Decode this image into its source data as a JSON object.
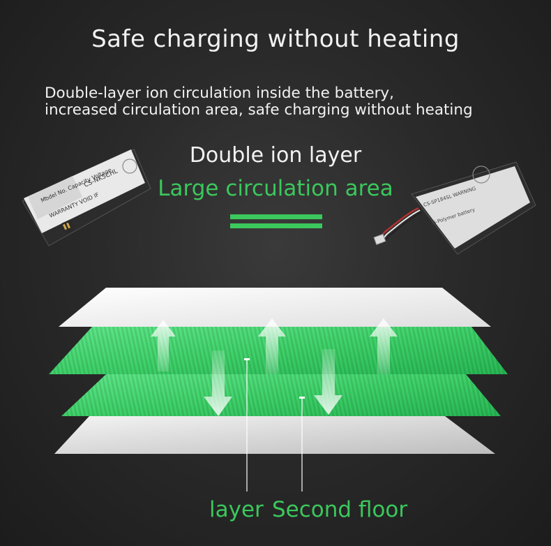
{
  "title": "Safe charging without heating",
  "description_lines": [
    "Double-layer ion circulation inside the battery,",
    "increased circulation area, safe charging without heating"
  ],
  "heading": "Double ion layer",
  "green_heading": "Large circulation area",
  "labels": {
    "left": "layer",
    "right": "Second floor"
  },
  "colors": {
    "accent_green": "#3bc85c",
    "background": "#2a2a2a",
    "text": "#f2f2f2"
  },
  "icons": {
    "left_battery": "battery-icon",
    "right_battery": "battery-with-cable-icon"
  }
}
